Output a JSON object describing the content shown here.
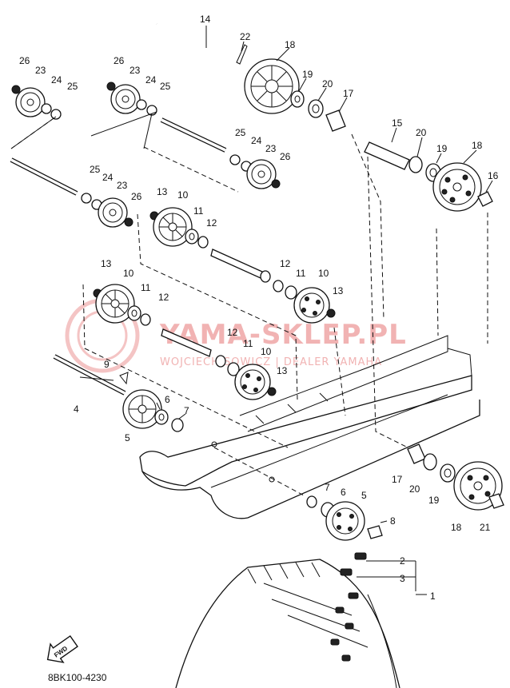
{
  "watermark": {
    "brand": "YAMA-SKLEP.PL",
    "dealer": "WOJCIECH SOWICZ | DEALER YAMAHA"
  },
  "diagram_code": "8BK100-4230",
  "front_arrow": "FWD",
  "callouts": {
    "c14": "14",
    "c22": "22",
    "c18a": "18",
    "c19a": "19",
    "c20a": "20",
    "c17a": "17",
    "c26a": "26",
    "c23a": "23",
    "c24a": "24",
    "c25a": "25",
    "c26b": "26",
    "c23b": "23",
    "c24b": "24",
    "c25b": "25",
    "c25c": "25",
    "c24c": "24",
    "c23c": "23",
    "c26c": "26",
    "c15": "15",
    "c20b": "20",
    "c19b": "19",
    "c18b": "18",
    "c16": "16",
    "c25d": "25",
    "c24d": "24",
    "c23d": "23",
    "c26d": "26",
    "c13a": "13",
    "c10a": "10",
    "c11a": "11",
    "c12a": "12",
    "c12b": "12",
    "c11b": "11",
    "c10b": "10",
    "c13b": "13",
    "c13c": "13",
    "c10c": "10",
    "c11c": "11",
    "c12c": "12",
    "c12d": "12",
    "c11d": "11",
    "c10d": "10",
    "c13d": "13",
    "c9": "9",
    "c4": "4",
    "c6a": "6",
    "c7a": "7",
    "c5a": "5",
    "c7b": "7",
    "c6b": "6",
    "c5b": "5",
    "c8": "8",
    "c17b": "17",
    "c20c": "20",
    "c19c": "19",
    "c18c": "18",
    "c21": "21",
    "c2": "2",
    "c3": "3",
    "c1": "1"
  }
}
